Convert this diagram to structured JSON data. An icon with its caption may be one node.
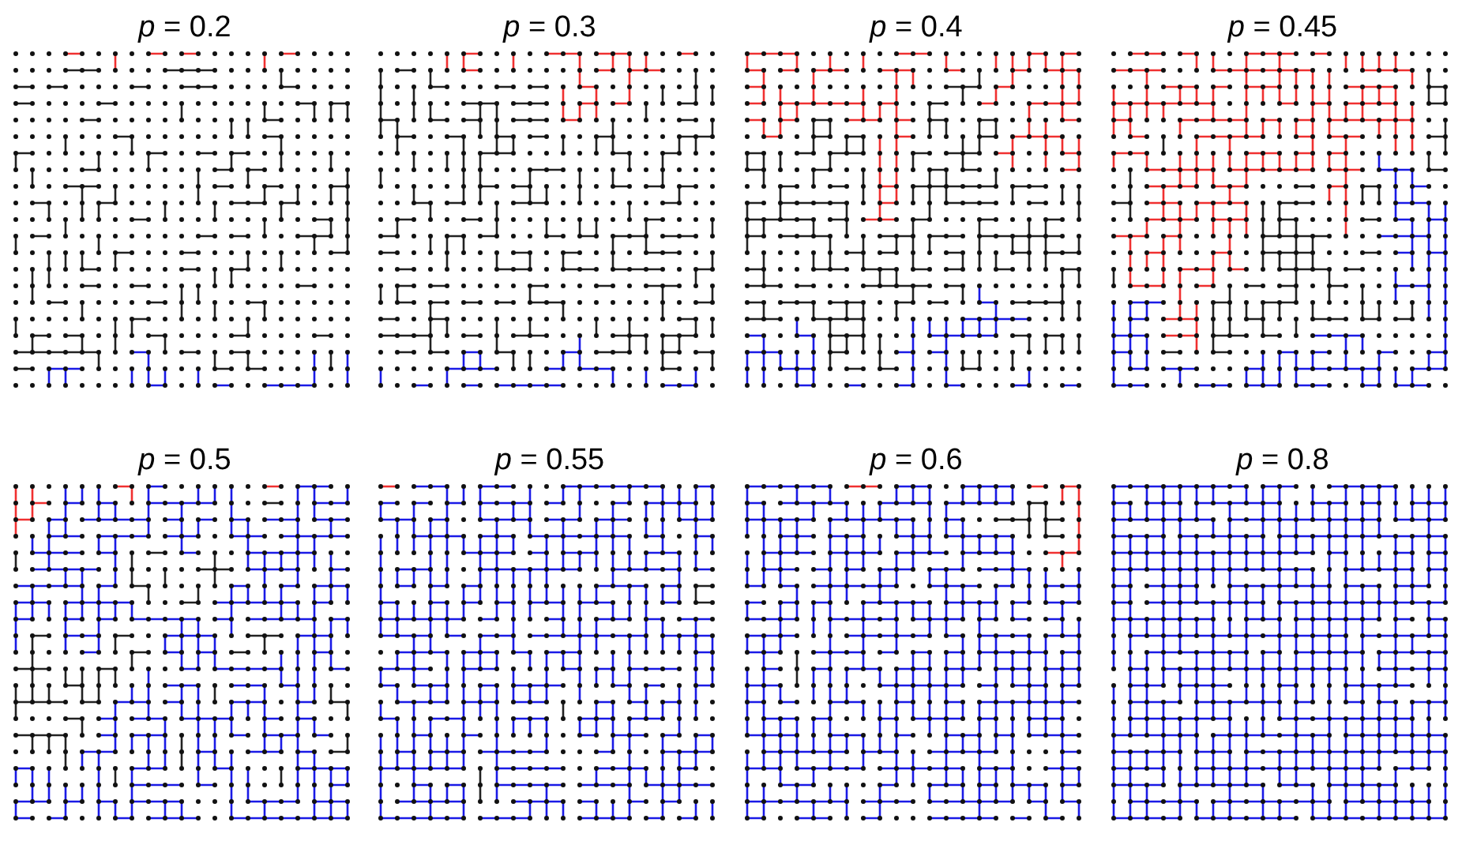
{
  "diagram": {
    "labels": [
      "*p* = 0.2",
      "*p* = 0.3",
      "*p* = 0.4",
      "*p* = 0.45",
      "*p* = 0.5",
      "*p* = 0.55",
      "*p* = 0.6",
      "*p* = 0.8"
    ]
  }
}
